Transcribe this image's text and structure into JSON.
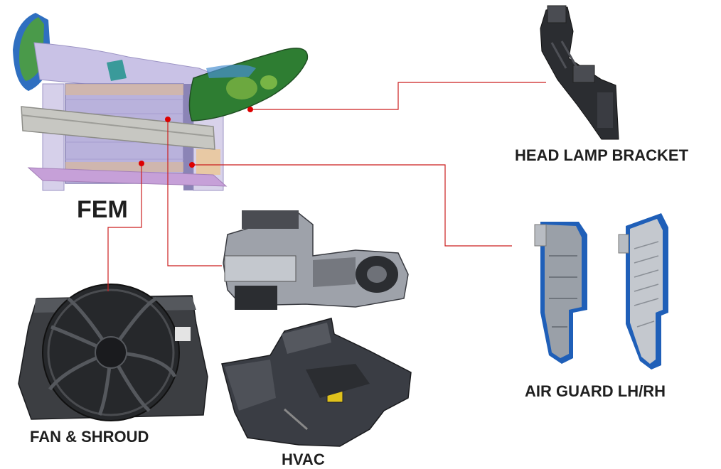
{
  "labels": {
    "fem": "FEM",
    "head_lamp_bracket": "HEAD LAMP BRACKET",
    "air_guard": "AIR GUARD LH/RH",
    "fan_shroud": "FAN & SHROUD",
    "hvac": "HVAC"
  },
  "colors": {
    "leader_line": "#cc1f1f",
    "marker": "#dd0000",
    "carrier": "#c9c2e6",
    "radiator": "#b9b2dc",
    "headlamp": "#2e7d32",
    "part_dark": "#2b2d31",
    "air_guard_blue": "#1f5fb8"
  }
}
